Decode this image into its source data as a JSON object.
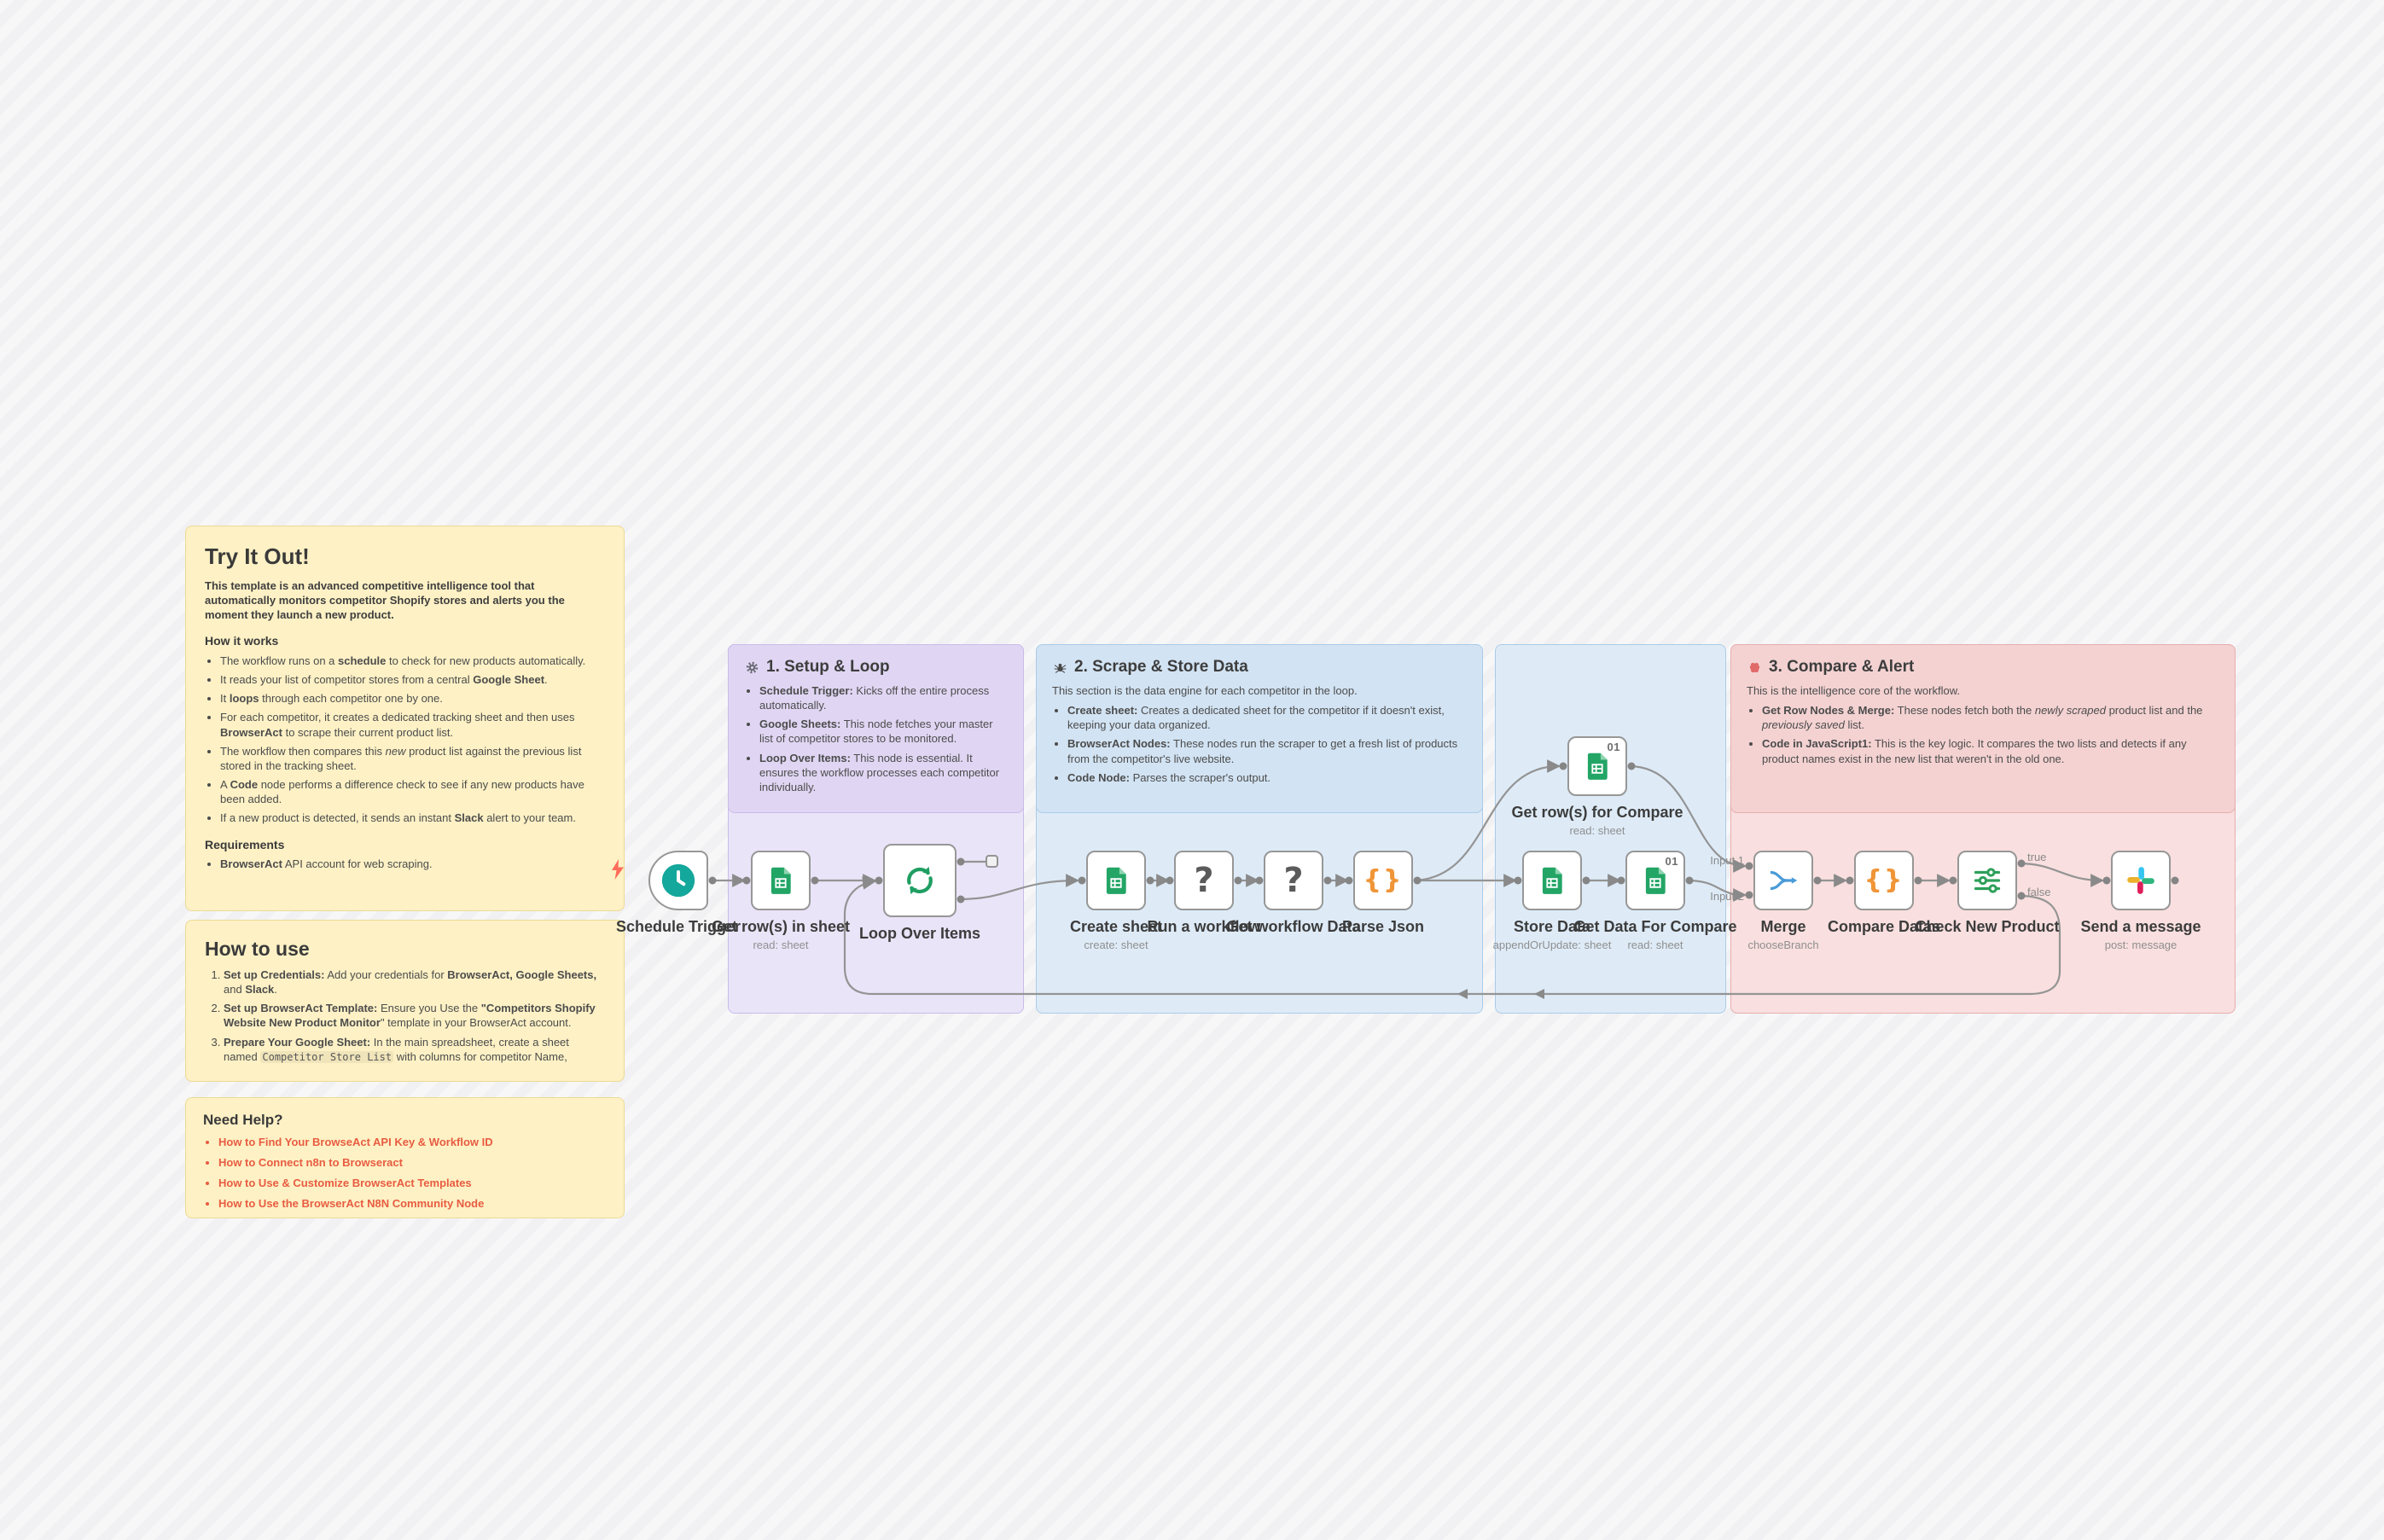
{
  "colors": {
    "link": "#e85c41",
    "edge": "#949494",
    "node_border": "#979797",
    "clock_teal": "#14a79b",
    "sheets_green": "#23a566",
    "sheets_green_light": "#8fd4b0",
    "loop_green": "#1f9e62",
    "code_orange": "#f09537",
    "question_gray": "#5b5b5b",
    "merge_blue": "#4a9bd8",
    "filter_green": "#2da05a",
    "slack_blue": "#36c5f0",
    "slack_green": "#2eb67d",
    "slack_red": "#e01e5a",
    "slack_yellow": "#ecb22e",
    "lightning_orange": "#ff6d5a",
    "note_yellow_bg": "#fdf1c5",
    "note_yellow_border": "#eeda93",
    "note_purple_bg": "#eae4f8",
    "note_purple_overlay": "#e0d6f3",
    "note_purple_border": "#c9bbe9",
    "note_blue_bg": "#deebf7",
    "note_blue_overlay": "#d2e3f3",
    "note_blue_border": "#aacbe8",
    "note_pink_bg": "#f9dfdf",
    "note_pink_overlay": "#f4d2d2",
    "note_pink_border": "#e7aeae"
  },
  "notes": {
    "try_it_out": {
      "title": "Try It Out!",
      "sections": [
        {
          "type": "p",
          "bold": true,
          "segments": [
            {
              "t": "This template is an advanced competitive intelligence tool that automatically monitors competitor Shopify stores and alerts you the moment they launch a new product."
            }
          ]
        },
        {
          "type": "h",
          "text": "How it works"
        },
        {
          "type": "ul",
          "items": [
            [
              {
                "t": "The workflow runs on a "
              },
              {
                "t": "schedule",
                "b": true
              },
              {
                "t": " to check for new products automatically."
              }
            ],
            [
              {
                "t": "It reads your list of competitor stores from a central "
              },
              {
                "t": "Google Sheet",
                "b": true
              },
              {
                "t": "."
              }
            ],
            [
              {
                "t": "It "
              },
              {
                "t": "loops",
                "b": true
              },
              {
                "t": " through each competitor one by one."
              }
            ],
            [
              {
                "t": "For each competitor, it creates a dedicated tracking sheet and then uses "
              },
              {
                "t": "BrowserAct",
                "b": true
              },
              {
                "t": " to scrape their current product list."
              }
            ],
            [
              {
                "t": "The workflow then compares this "
              },
              {
                "t": "new",
                "i": true
              },
              {
                "t": " product list against the previous list stored in the tracking sheet."
              }
            ],
            [
              {
                "t": "A "
              },
              {
                "t": "Code",
                "b": true
              },
              {
                "t": " node performs a difference check to see if any new products have been added."
              }
            ],
            [
              {
                "t": "If a new product is detected, it sends an instant "
              },
              {
                "t": "Slack",
                "b": true
              },
              {
                "t": " alert to your team."
              }
            ]
          ]
        },
        {
          "type": "h",
          "text": "Requirements"
        },
        {
          "type": "ul",
          "items": [
            [
              {
                "t": "BrowserAct",
                "b": true
              },
              {
                "t": " API account for web scraping."
              }
            ]
          ]
        }
      ]
    },
    "how_to_use": {
      "title": "How to use",
      "sections": [
        {
          "type": "ol",
          "items": [
            [
              {
                "t": "Set up Credentials:",
                "b": true
              },
              {
                "t": " Add your credentials for "
              },
              {
                "t": "BrowserAct, Google Sheets,",
                "b": true
              },
              {
                "t": " and "
              },
              {
                "t": "Slack",
                "b": true
              },
              {
                "t": "."
              }
            ],
            [
              {
                "t": "Set up BrowserAct Template:",
                "b": true
              },
              {
                "t": " Ensure you Use the "
              },
              {
                "t": "\"Competitors Shopify Website New Product Monitor",
                "b": true
              },
              {
                "t": "\" template in your BrowserAct account."
              }
            ],
            [
              {
                "t": "Prepare Your Google Sheet:",
                "b": true
              },
              {
                "t": " In the main spreadsheet, create a sheet named "
              },
              {
                "t": "Competitor Store List",
                "c": true
              },
              {
                "t": " with columns for competitor Name,"
              }
            ]
          ]
        }
      ]
    },
    "need_help": {
      "title": "Need Help?",
      "links": [
        "How to Find Your BrowseAct API Key & Workflow ID",
        "How to Connect n8n to Browseract",
        "How to Use & Customize BrowserAct Templates",
        "How to Use the BrowserAct N8N Community Node"
      ]
    },
    "setup_loop": {
      "icon": "gear",
      "title": "1. Setup & Loop",
      "sections": [
        {
          "type": "ul",
          "items": [
            [
              {
                "t": "Schedule Trigger:",
                "b": true
              },
              {
                "t": " Kicks off the entire process automatically."
              }
            ],
            [
              {
                "t": "Google Sheets:",
                "b": true
              },
              {
                "t": " This node fetches your master list of competitor stores to be monitored."
              }
            ],
            [
              {
                "t": "Loop Over Items:",
                "b": true
              },
              {
                "t": " This node is essential. It ensures the workflow processes each competitor individually."
              }
            ]
          ]
        }
      ]
    },
    "scrape_store": {
      "icon": "spider",
      "title": "2. Scrape & Store Data",
      "sections": [
        {
          "type": "p",
          "segments": [
            {
              "t": "This section is the data engine for each competitor in the loop."
            }
          ]
        },
        {
          "type": "ul",
          "items": [
            [
              {
                "t": "Create sheet:",
                "b": true
              },
              {
                "t": " Creates a dedicated sheet for the competitor if it doesn't exist, keeping your data organized."
              }
            ],
            [
              {
                "t": "BrowserAct Nodes:",
                "b": true
              },
              {
                "t": " These nodes run the scraper to get a fresh list of products from the competitor's live website."
              }
            ],
            [
              {
                "t": "Code Node:",
                "b": true
              },
              {
                "t": " Parses the scraper's output."
              }
            ]
          ]
        }
      ]
    },
    "compare_alert": {
      "icon": "brain",
      "title": "3. Compare & Alert",
      "sections": [
        {
          "type": "p",
          "segments": [
            {
              "t": "This is the intelligence core of the workflow."
            }
          ]
        },
        {
          "type": "ul",
          "items": [
            [
              {
                "t": "Get Row Nodes & Merge:",
                "b": true
              },
              {
                "t": " These nodes fetch both the "
              },
              {
                "t": "newly scraped",
                "i": true
              },
              {
                "t": " product list and the "
              },
              {
                "t": "previously saved",
                "i": true
              },
              {
                "t": " list."
              }
            ],
            [
              {
                "t": "Code in JavaScript1:",
                "b": true
              },
              {
                "t": " This is the key logic. It compares the two lists and detects if any product names exist in the new list that weren't in the old one."
              }
            ]
          ]
        }
      ]
    }
  },
  "nodes": [
    {
      "id": "schedule-trigger",
      "label": "Schedule Trigger",
      "sublabel": "",
      "icon": "clock"
    },
    {
      "id": "get-rows-sheet",
      "label": "Get row(s) in sheet",
      "sublabel": "read: sheet",
      "icon": "sheets"
    },
    {
      "id": "loop-over-items",
      "label": "Loop Over Items",
      "sublabel": "",
      "icon": "loop"
    },
    {
      "id": "create-sheet",
      "label": "Create sheet",
      "sublabel": "create: sheet",
      "icon": "sheets"
    },
    {
      "id": "run-workflow",
      "label": "Run a workflow",
      "sublabel": "",
      "icon": "question"
    },
    {
      "id": "get-workflow-data",
      "label": "Get workflow Data",
      "sublabel": "",
      "icon": "question"
    },
    {
      "id": "parse-json",
      "label": "Parse Json",
      "sublabel": "",
      "icon": "braces"
    },
    {
      "id": "store-data",
      "label": "Store Data",
      "sublabel": "appendOrUpdate: sheet",
      "icon": "sheets"
    },
    {
      "id": "get-data-compare",
      "label": "Get Data For Compare",
      "sublabel": "read: sheet",
      "icon": "sheets",
      "badge": "01"
    },
    {
      "id": "get-rows-compare",
      "label": "Get row(s) for Compare",
      "sublabel": "read: sheet",
      "icon": "sheets",
      "badge": "01"
    },
    {
      "id": "merge",
      "label": "Merge",
      "sublabel": "chooseBranch",
      "icon": "merge"
    },
    {
      "id": "compare-datas",
      "label": "Compare Datas",
      "sublabel": "",
      "icon": "braces"
    },
    {
      "id": "check-new-product",
      "label": "Check New Product",
      "sublabel": "",
      "icon": "filter"
    },
    {
      "id": "send-message",
      "label": "Send a message",
      "sublabel": "post: message",
      "icon": "slack"
    }
  ],
  "edge_labels": {
    "input_1": "Input 1",
    "input_2": "Input 2",
    "true_label": "true",
    "false_label": "false"
  }
}
